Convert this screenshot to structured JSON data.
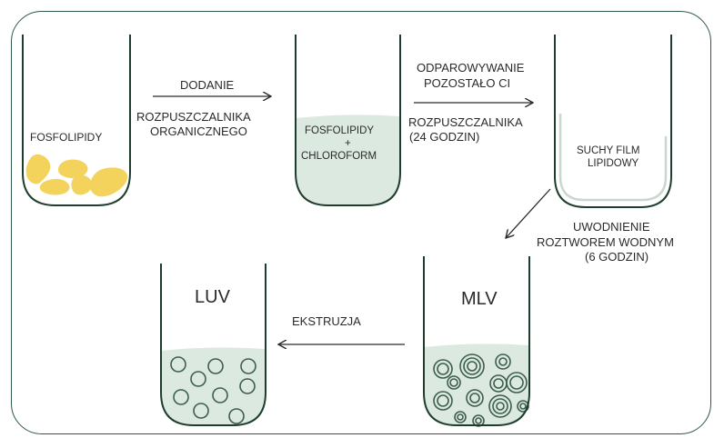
{
  "steps": {
    "tube1_label": "FOSFOLIPIDY",
    "arrow1_top": "DODANIE",
    "arrow1_bottom_1": "ROZPUSZCZALNIKA",
    "arrow1_bottom_2": "ORGANICZNEGO",
    "tube2_label_1": "FOSFOLIPIDY",
    "tube2_label_2": "+",
    "tube2_label_3": "CHLOROFORM",
    "arrow2_top_1": "ODPAROWYWANIE",
    "arrow2_top_2": "POZOSTAŁO  CI",
    "arrow2_bottom_1": "ROZPUSZCZALNIKA",
    "arrow2_bottom_2": "(24 GODZIN)",
    "tube3_label_1": "SUCHY FILM",
    "tube3_label_2": "LIPIDOWY",
    "arrow3_1": "UWODNIENIE",
    "arrow3_2": "ROZTWOREM WODNYM",
    "arrow3_3": "(6 GODZIN)",
    "tube4_label": "MLV",
    "arrow4_label": "EKSTRUZJA",
    "tube5_label": "LUV"
  },
  "colors": {
    "frame": "#2e5a45",
    "tube_stroke": "#1f3d2c",
    "liquid": "#dce9e1",
    "lipid": "#f3d35c",
    "vesicle": "#3c5e4b"
  }
}
